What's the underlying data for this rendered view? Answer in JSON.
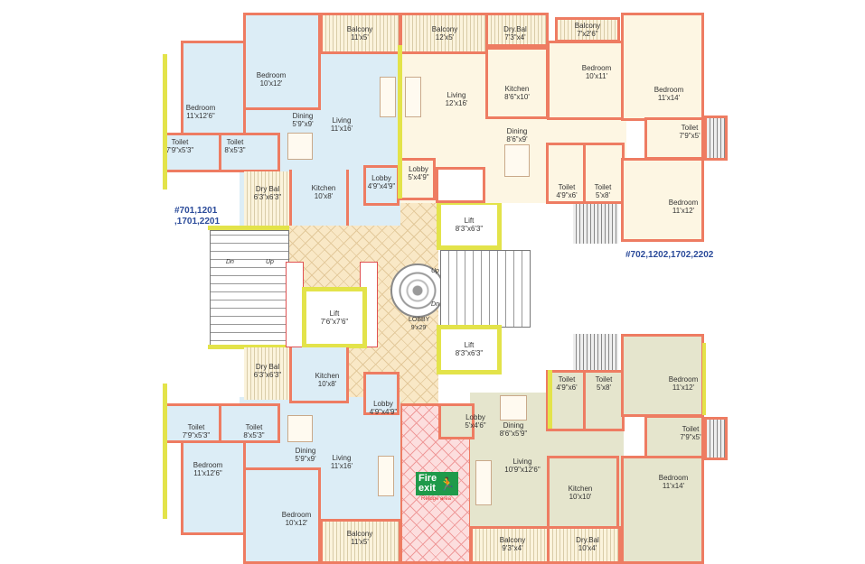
{
  "units": {
    "top_left": {
      "id_line1": "#701,1201",
      "id_line2": ",1701,2201",
      "rooms": [
        {
          "name": "Bedroom",
          "size": "11'x12'6\""
        },
        {
          "name": "Bedroom",
          "size": "10'x12'"
        },
        {
          "name": "Balcony",
          "size": "11'x5'"
        },
        {
          "name": "Living",
          "size": "11'x16'"
        },
        {
          "name": "Dining",
          "size": "5'9\"x9'"
        },
        {
          "name": "Toilet",
          "size": "7'9\"x5'3\""
        },
        {
          "name": "Toilet",
          "size": "8'x5'3\""
        },
        {
          "name": "Dry Bal",
          "size": "6'3\"x6'3\""
        },
        {
          "name": "Kitchen",
          "size": "10'x8'"
        },
        {
          "name": "Lobby",
          "size": "4'9\"x4'9\""
        }
      ]
    },
    "top_right": {
      "id_line1": "#702,1202,1702,2202",
      "rooms": [
        {
          "name": "Balcony",
          "size": "12'x5'"
        },
        {
          "name": "Dry.Bal",
          "size": "7'3\"x4'"
        },
        {
          "name": "Balcony",
          "size": "7'x2'6\""
        },
        {
          "name": "Living",
          "size": "12'x16'"
        },
        {
          "name": "Kitchen",
          "size": "8'6\"x10'"
        },
        {
          "name": "Bedroom",
          "size": "10'x11'"
        },
        {
          "name": "Bedroom",
          "size": "11'x14'"
        },
        {
          "name": "Dining",
          "size": "8'6\"x9'"
        },
        {
          "name": "Toilet",
          "size": "7'9\"x5'"
        },
        {
          "name": "Toilet",
          "size": "4'9\"x6'"
        },
        {
          "name": "Toilet",
          "size": "5'x8'"
        },
        {
          "name": "Bedroom",
          "size": "11'x12'"
        },
        {
          "name": "Lobby",
          "size": "5'x4'9\""
        }
      ]
    },
    "bottom_left": {
      "rooms": [
        {
          "name": "Dry Bal",
          "size": "6'3\"x6'3\""
        },
        {
          "name": "Kitchen",
          "size": "10'x8'"
        },
        {
          "name": "Lobby",
          "size": "4'9\"x4'9\""
        },
        {
          "name": "Toilet",
          "size": "7'9\"x5'3\""
        },
        {
          "name": "Toilet",
          "size": "8'x5'3\""
        },
        {
          "name": "Dining",
          "size": "5'9\"x9'"
        },
        {
          "name": "Living",
          "size": "11'x16'"
        },
        {
          "name": "Bedroom",
          "size": "11'x12'6\""
        },
        {
          "name": "Bedroom",
          "size": "10'x12'"
        },
        {
          "name": "Balcony",
          "size": "11'x5'"
        }
      ]
    },
    "bottom_right": {
      "rooms": [
        {
          "name": "Lobby",
          "size": "5'x4'6\""
        },
        {
          "name": "Dining",
          "size": "8'6\"x5'9\""
        },
        {
          "name": "Living",
          "size": "10'9\"x12'6\""
        },
        {
          "name": "Kitchen",
          "size": "10'x10'"
        },
        {
          "name": "Balcony",
          "size": "9'3\"x4'"
        },
        {
          "name": "Dry.Bal",
          "size": "10'x4'"
        },
        {
          "name": "Toilet",
          "size": "4'9\"x6'"
        },
        {
          "name": "Toilet",
          "size": "5'x8'"
        },
        {
          "name": "Bedroom",
          "size": "11'x12'"
        },
        {
          "name": "Toilet",
          "size": "7'9\"x5'"
        },
        {
          "name": "Bedroom",
          "size": "11'x14'"
        }
      ]
    }
  },
  "core": {
    "lift_center": {
      "name": "Lift",
      "size": "7'6\"x7'6\""
    },
    "lift_top": {
      "name": "Lift",
      "size": "8'3\"x6'3\""
    },
    "lift_bottom": {
      "name": "Lift",
      "size": "8'3\"x6'3\""
    },
    "lobby": {
      "name": "LOBBY",
      "size": "9'x29'"
    },
    "stair_left": {
      "dn": "Dn",
      "up": "Up"
    },
    "stair_right": {
      "dn": "Dn",
      "up": "Up"
    },
    "fire_exit": {
      "line1": "Fire",
      "line2": "exit",
      "refuge": "Refuge area"
    }
  },
  "colors": {
    "wall": "#ee7c62",
    "window": "#e3e34a",
    "unit_blue": "#dcedf6",
    "unit_cream": "#fdf6e3",
    "unit_sage": "#e5e5cd",
    "fire_green": "#1f9a4a",
    "unit_id": "#2b4b9a"
  }
}
